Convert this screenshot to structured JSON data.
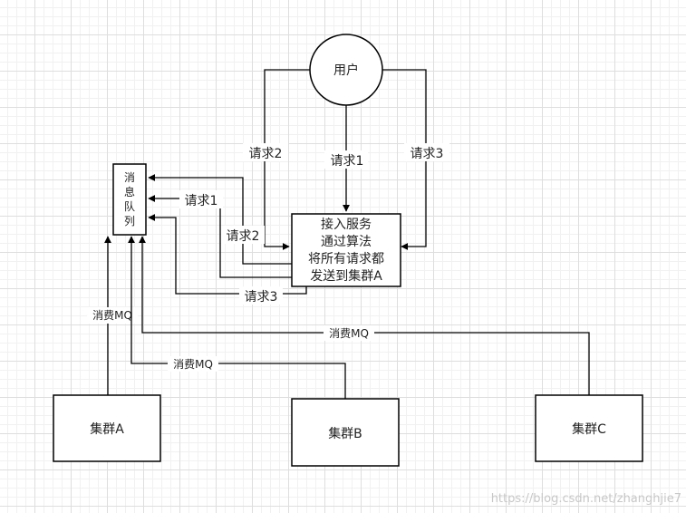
{
  "nodes": {
    "user": "用户",
    "queue": [
      "消",
      "息",
      "队",
      "列"
    ],
    "access": [
      "接入服务",
      "通过算法",
      "将所有请求都",
      "发送到集群A"
    ],
    "cluster_a": "集群A",
    "cluster_b": "集群B",
    "cluster_c": "集群C"
  },
  "edges": {
    "user_req1": "请求1",
    "user_req2": "请求2",
    "user_req3": "请求3",
    "fwd_req1": "请求1",
    "fwd_req2": "请求2",
    "fwd_req3": "请求3",
    "consume_a": "消费MQ",
    "consume_b": "消费MQ",
    "consume_c": "消费MQ"
  },
  "watermark": "https://blog.csdn.net/zhanghjie7"
}
